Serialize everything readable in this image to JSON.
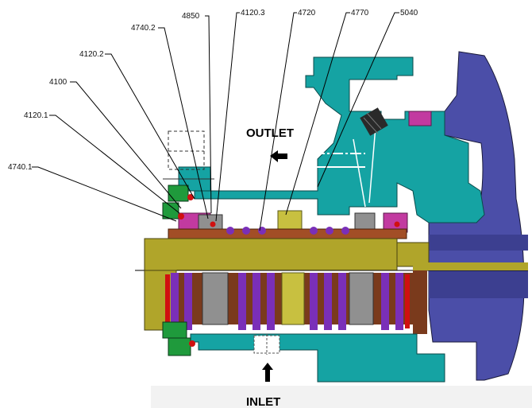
{
  "callouts": {
    "c4740_1": "4740.1",
    "c4120_1": "4120.1",
    "c4100": "4100",
    "c4120_2": "4120.2",
    "c4740_2": "4740.2",
    "c4850": "4850",
    "c4120_3": "4120.3",
    "c4720": "4720",
    "c4770": "4770",
    "c5040": "5040"
  },
  "flow": {
    "outlet": "OUTLET",
    "inlet": "INLET"
  },
  "colors": {
    "housing": "#15a3a3",
    "shaft": "#b0a52a",
    "impeller": "#4b4ea8",
    "spring_purple": "#7a2fb8",
    "sleeve_brown": "#7a3a1c",
    "seal_green": "#1f9a3c",
    "gland_magenta": "#c23aa0",
    "oring_red": "#d01010",
    "face_grey": "#909090"
  }
}
